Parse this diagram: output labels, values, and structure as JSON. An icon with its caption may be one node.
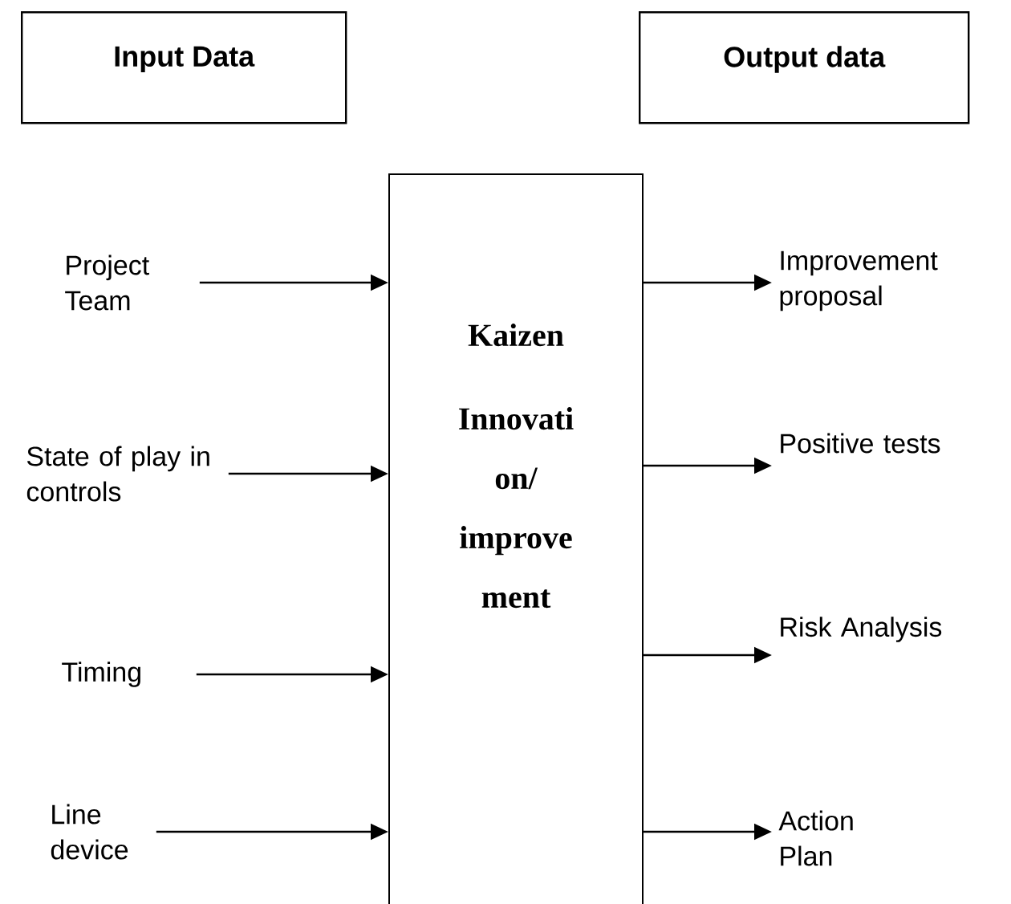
{
  "diagram": {
    "nodes": [
      {
        "text": [
          "Input Data"
        ]
      },
      {
        "text": [
          "Output data"
        ]
      },
      {
        "text": [
          "Kaizen",
          "Innovati on/ improve ment"
        ]
      },
      {
        "text": [
          "Project Team"
        ]
      },
      {
        "text": [
          "State of play in controls"
        ]
      },
      {
        "text": [
          "Timing"
        ]
      },
      {
        "text": [
          "Line device"
        ]
      },
      {
        "text": [
          "Improvement proposal"
        ]
      },
      {
        "text": [
          "Positive tests"
        ]
      },
      {
        "text": [
          "Risk Analysis"
        ]
      },
      {
        "text": [
          "Action Plan"
        ]
      }
    ],
    "edges": [
      {
        "from": 3,
        "to": 2,
        "arrow": "to"
      },
      {
        "from": 4,
        "to": 2,
        "arrow": "to"
      },
      {
        "from": 5,
        "to": 2,
        "arrow": "to"
      },
      {
        "from": 6,
        "to": 2,
        "arrow": "to"
      },
      {
        "from": 2,
        "to": 7,
        "arrow": "to"
      },
      {
        "from": 2,
        "to": 8,
        "arrow": "to"
      },
      {
        "from": 2,
        "to": 9,
        "arrow": "to"
      },
      {
        "from": 2,
        "to": 10,
        "arrow": "to"
      }
    ]
  }
}
